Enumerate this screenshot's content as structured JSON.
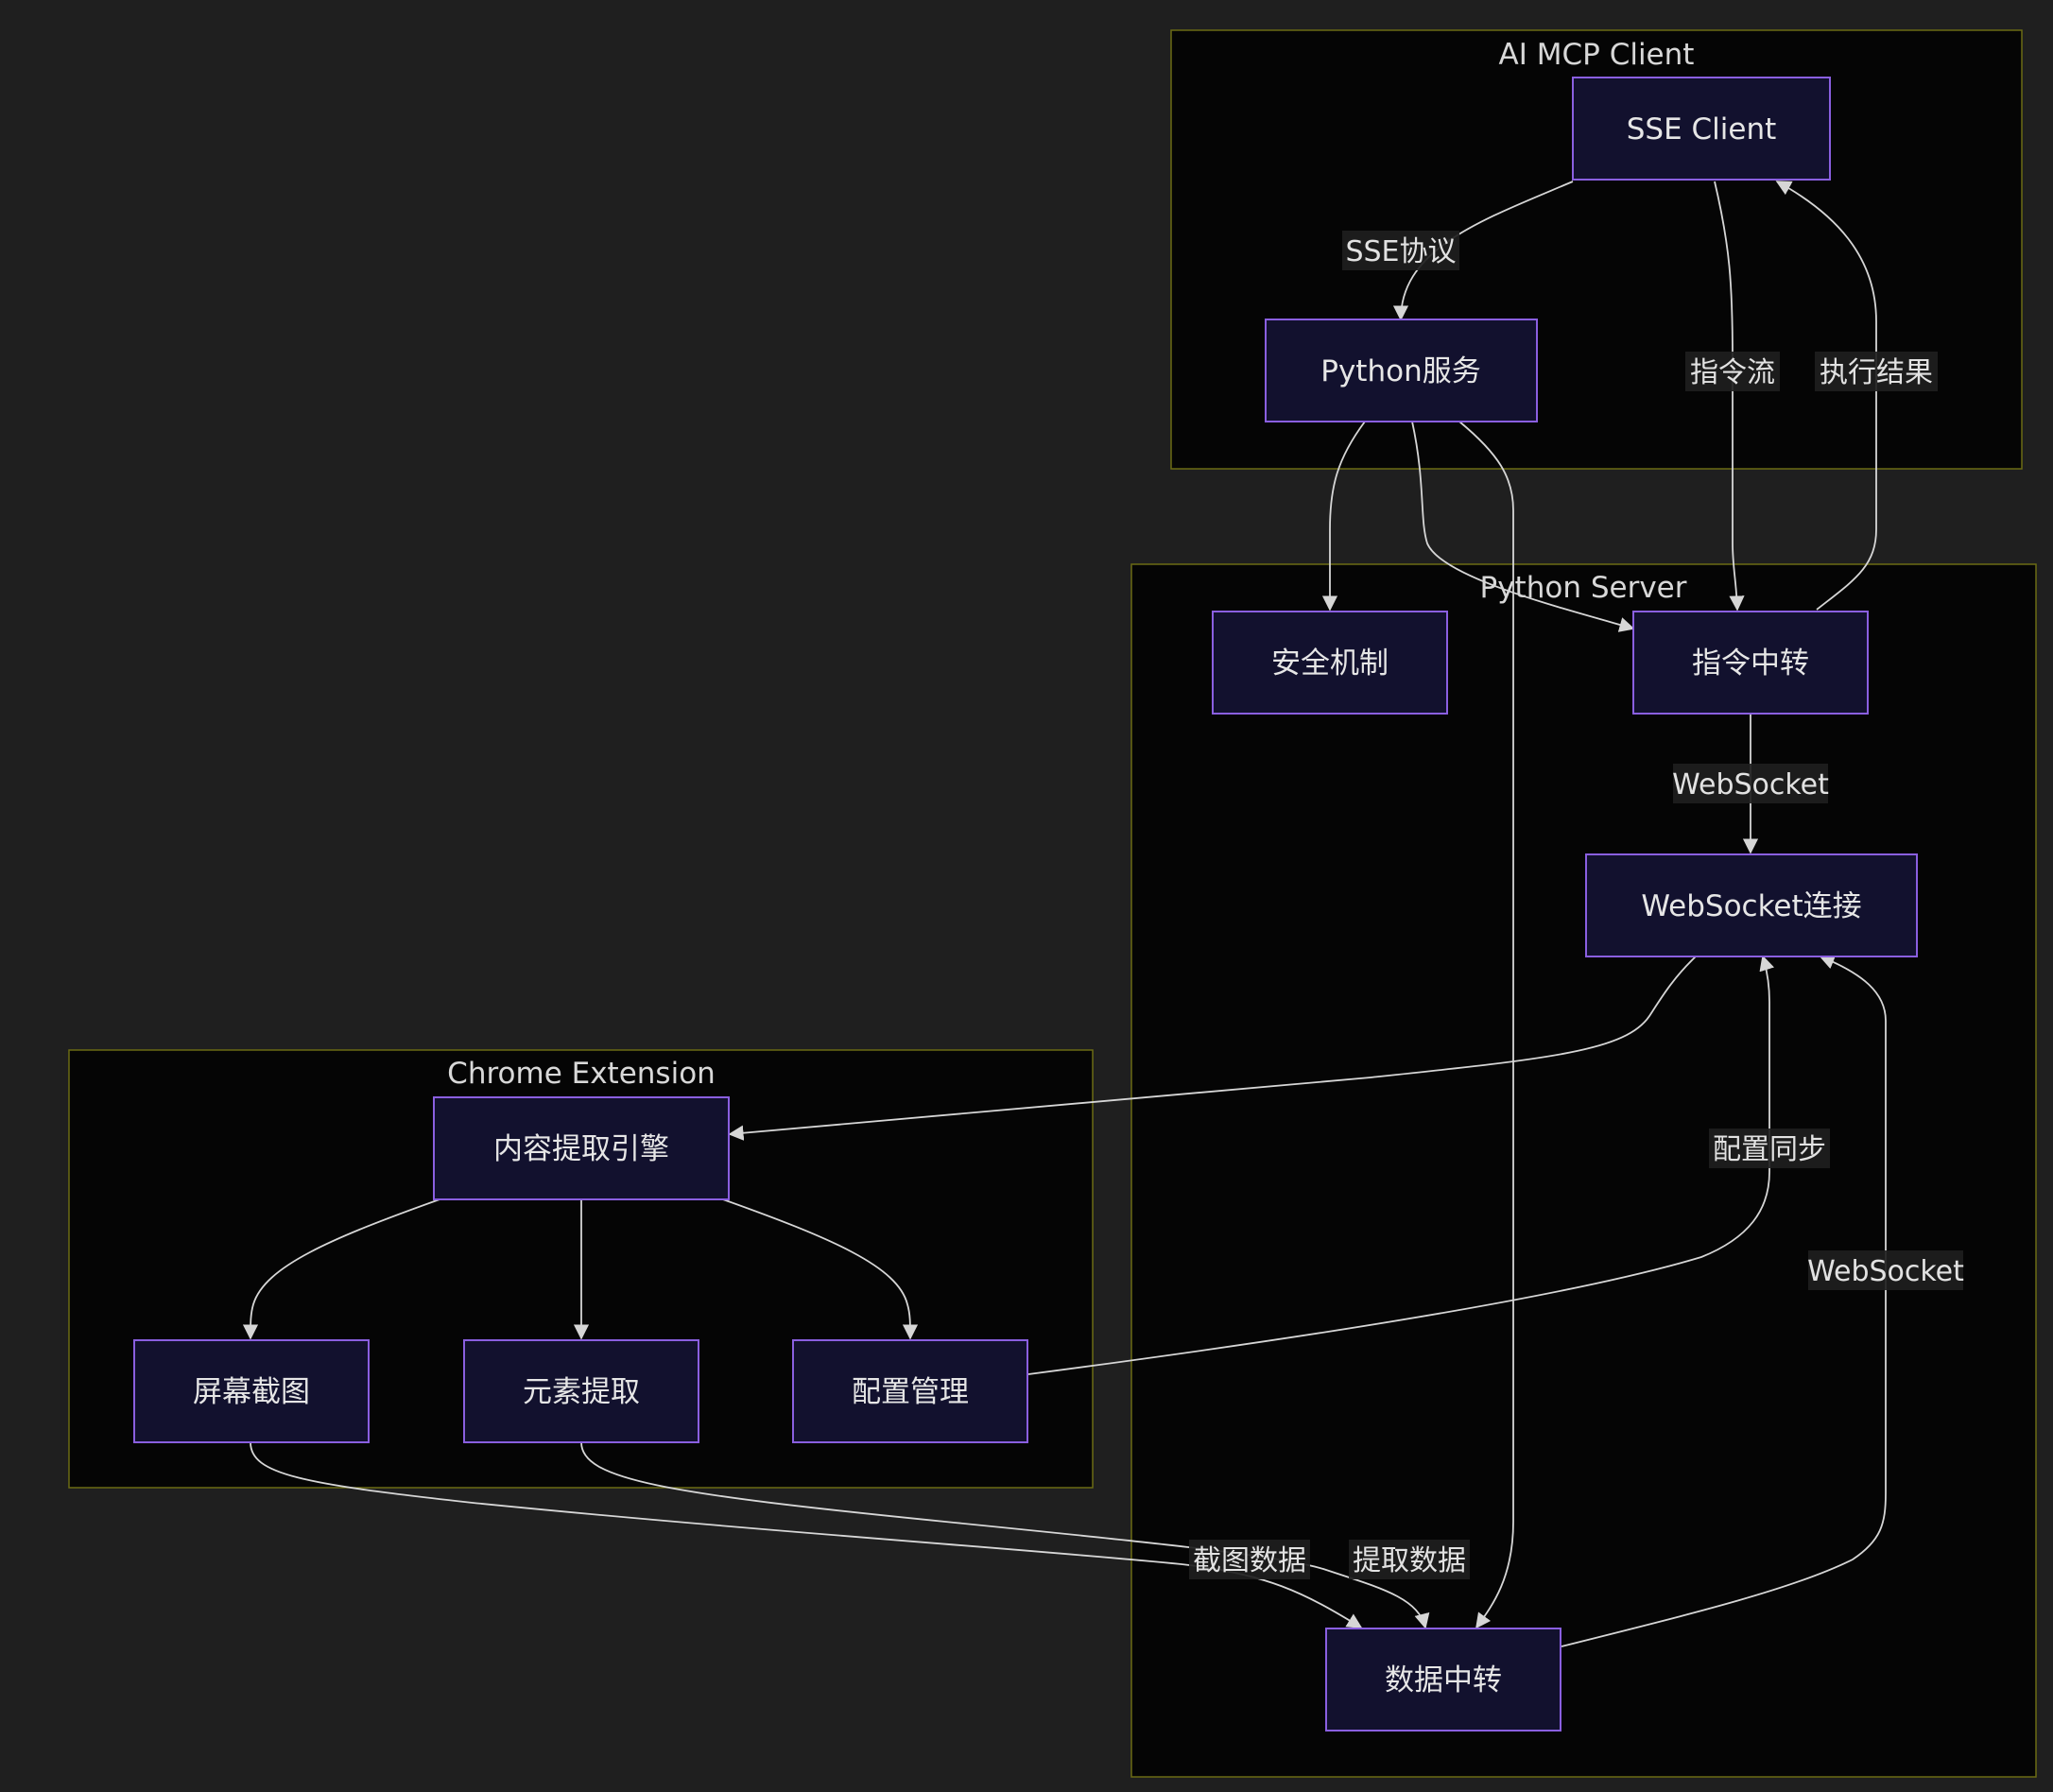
{
  "clusters": {
    "ai_mcp_client": "AI MCP Client",
    "python_server": "Python Server",
    "chrome_extension": "Chrome Extension"
  },
  "nodes": {
    "sse_client": "SSE Client",
    "python_service": "Python服务",
    "security": "安全机制",
    "command_relay": "指令中转",
    "websocket_conn": "WebSocket连接",
    "data_relay": "数据中转",
    "content_engine": "内容提取引擎",
    "screenshot": "屏幕截图",
    "element_extract": "元素提取",
    "config_mgmt": "配置管理"
  },
  "edge_labels": {
    "sse_protocol": "SSE协议",
    "command_stream": "指令流",
    "exec_result": "执行结果",
    "websocket_1": "WebSocket",
    "config_sync": "配置同步",
    "websocket_2": "WebSocket",
    "screenshot_data": "截图数据",
    "extract_data": "提取数据"
  },
  "colors": {
    "background": "#1f1f1f",
    "cluster_fill": "#050505",
    "cluster_border": "#6b6b14",
    "node_fill": "#12112e",
    "node_border": "#8a5fe0",
    "edge": "#d6d6d6"
  }
}
